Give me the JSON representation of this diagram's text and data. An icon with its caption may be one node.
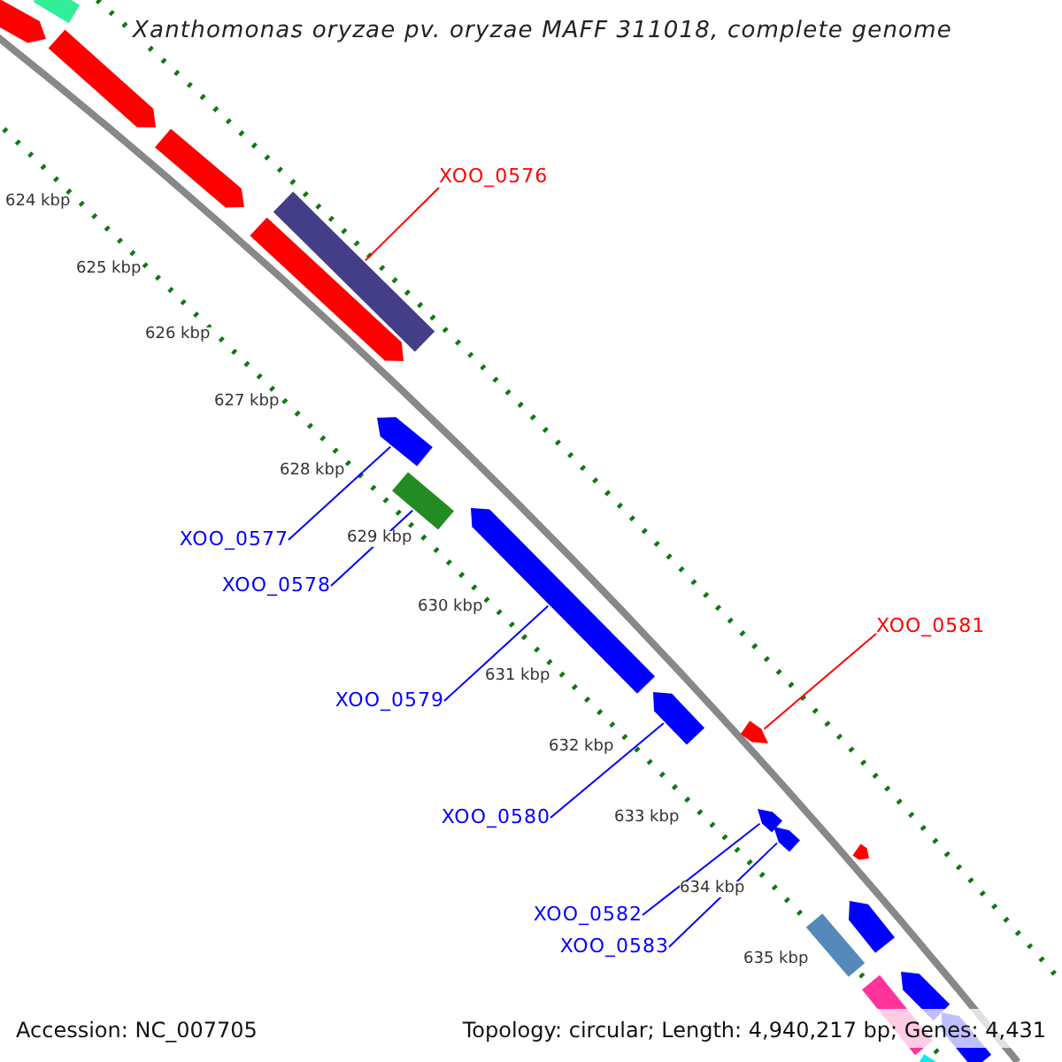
{
  "diagram": {
    "title": "Xanthomonas oryzae pv. oryzae MAFF 311018, complete genome",
    "nodes": [
      {
        "text": [
          "XOO_0576"
        ]
      },
      {
        "text": [],
        "shape": "bar"
      },
      {
        "text": [
          "XOO_0577"
        ]
      },
      {
        "text": [],
        "shape": "bar"
      },
      {
        "text": [
          "XOO_0578"
        ]
      },
      {
        "text": [],
        "shape": "bar"
      },
      {
        "text": [
          "XOO_0579"
        ]
      },
      {
        "text": [],
        "shape": "bar"
      },
      {
        "text": [
          "XOO_0580"
        ]
      },
      {
        "text": [],
        "shape": "bar"
      },
      {
        "text": [
          "XOO_0581"
        ]
      },
      {
        "text": [],
        "shape": "bar"
      },
      {
        "text": [
          "XOO_0582"
        ]
      },
      {
        "text": [],
        "shape": "bar"
      },
      {
        "text": [
          "XOO_0583"
        ]
      },
      {
        "text": [],
        "shape": "bar"
      },
      {
        "text": [],
        "shape": "bar"
      },
      {
        "text": [],
        "shape": "bar"
      },
      {
        "text": [],
        "shape": "bar"
      },
      {
        "text": [],
        "shape": "bar"
      },
      {
        "text": [],
        "shape": "bar"
      },
      {
        "text": [],
        "shape": "bar"
      },
      {
        "text": [],
        "shape": "bar"
      },
      {
        "text": [],
        "shape": "bar"
      },
      {
        "text": [],
        "shape": "bar"
      },
      {
        "text": [],
        "shape": "bar"
      },
      {
        "text": [],
        "shape": "bar"
      },
      {
        "text": [],
        "shape": "bar"
      }
    ],
    "edges": [
      {
        "from": 0,
        "to": 1,
        "arrow": "none",
        "color": "#ff0000"
      },
      {
        "from": 2,
        "to": 3,
        "arrow": "none"
      },
      {
        "from": 4,
        "to": 5,
        "arrow": "none"
      },
      {
        "from": 6,
        "to": 7,
        "arrow": "none"
      },
      {
        "from": 8,
        "to": 9,
        "arrow": "none"
      },
      {
        "from": 10,
        "to": 11,
        "arrow": "none",
        "color": "#ff0000"
      },
      {
        "from": 12,
        "to": 13,
        "arrow": "none"
      },
      {
        "from": 14,
        "to": 15,
        "arrow": "none"
      }
    ],
    "labels": [
      "624 kbp",
      "625 kbp",
      "626 kbp",
      "627 kbp",
      "628 kbp",
      "629 kbp",
      "630 kbp",
      "631 kbp",
      "632 kbp",
      "633 kbp",
      "634 kbp",
      "635 kbp",
      "Accession: NC_007705",
      "Topology: circular; Length: 4,940,217 bp; Genes: 4,431"
    ]
  }
}
